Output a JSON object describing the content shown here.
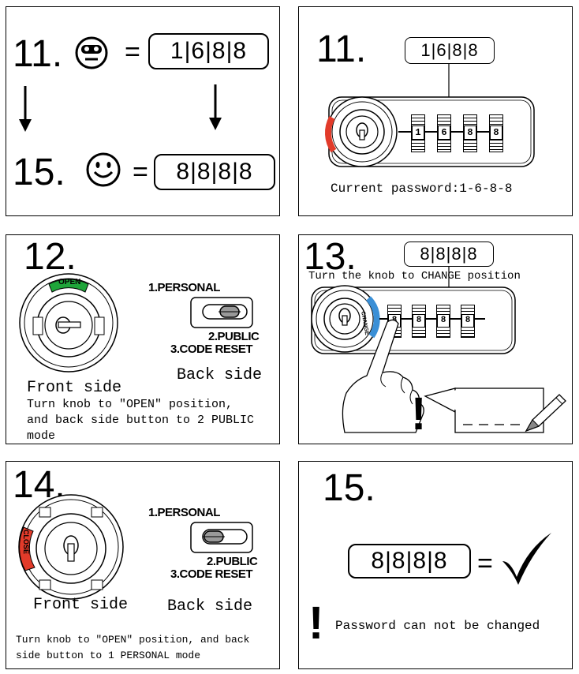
{
  "step11_left": {
    "label_top": "11.",
    "label_bottom": "15.",
    "code_top": [
      "1",
      "6",
      "8",
      "8"
    ],
    "code_bottom": [
      "8",
      "8",
      "8",
      "8"
    ],
    "equals": "="
  },
  "step11_right": {
    "label": "11.",
    "code": [
      "1",
      "6",
      "8",
      "8"
    ],
    "wheels": [
      "1",
      "6",
      "8",
      "8"
    ],
    "caption": "Current password:1-6-8-8"
  },
  "step12": {
    "label": "12.",
    "open_text": "OPEN",
    "switch_top": "1.PERSONAL",
    "switch_mid": "2.PUBLIC",
    "switch_bot": "3.CODE RESET",
    "back_side": "Back side",
    "front_side": "Front side",
    "caption_1": "Turn knob to \"OPEN\" position,",
    "caption_2": "and back side button to 2 PUBLIC",
    "caption_3": "mode"
  },
  "step13": {
    "label": "13.",
    "code": [
      "8",
      "8",
      "8",
      "8"
    ],
    "caption": "Turn the knob to CHANGE position",
    "change_text": "CHANGE",
    "wheels": [
      "8",
      "8",
      "8",
      "8"
    ],
    "exclaim": "!"
  },
  "step14": {
    "label": "14.",
    "close_text": "CLOSE",
    "switch_top": "1.PERSONAL",
    "switch_mid": "2.PUBLIC",
    "switch_bot": "3.CODE RESET",
    "front_side": "Front side",
    "back_side": "Back side",
    "caption_1": "Turn knob to \"OPEN\" position, and back",
    "caption_2": "side button to 1 PERSONAL mode"
  },
  "step15": {
    "label": "15.",
    "code": [
      "8",
      "8",
      "8",
      "8"
    ],
    "equals": "=",
    "exclaim": "!",
    "caption": "Password can not be changed"
  },
  "colors": {
    "open_green": "#1fa53a",
    "close_red": "#e23b2a",
    "change_blue": "#3a8fd6"
  }
}
